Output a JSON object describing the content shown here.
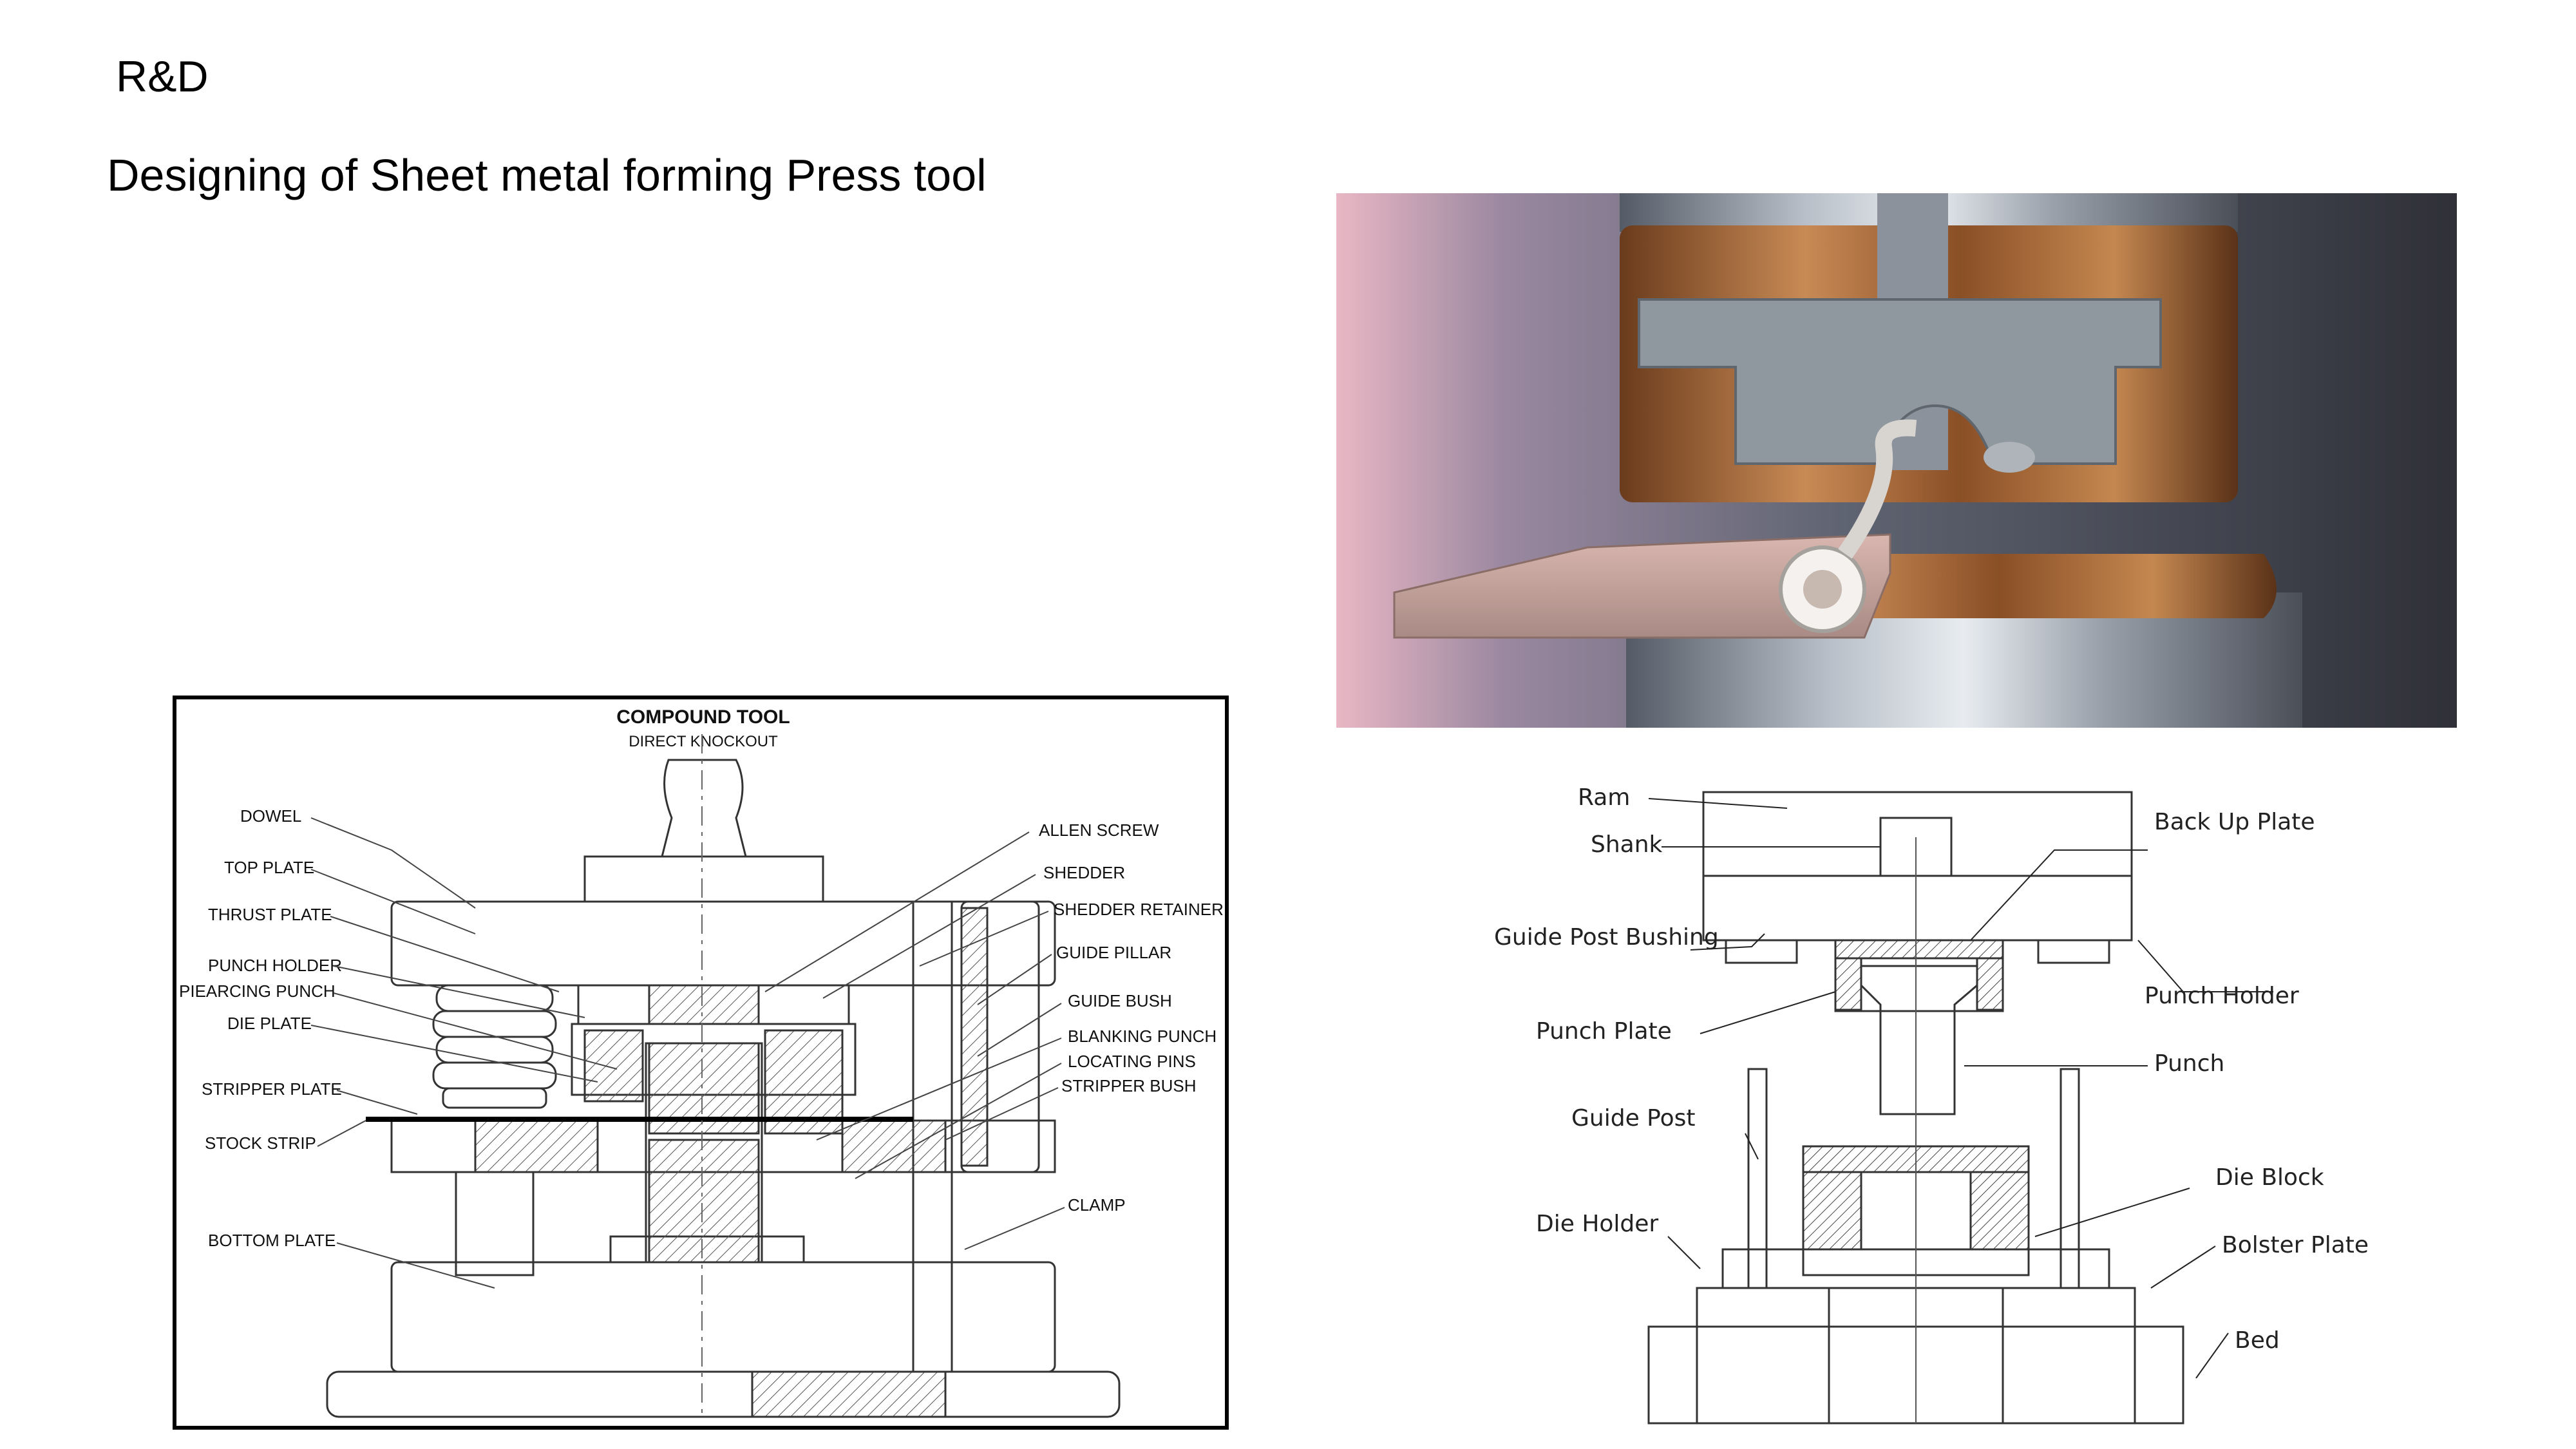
{
  "slide": {
    "heading": "R&D",
    "subtitle": "Designing of Sheet metal forming Press tool"
  },
  "compound_tool": {
    "title": "COMPOUND TOOL",
    "subtitle": "DIRECT KNOCKOUT",
    "left_labels": [
      "DOWEL",
      "TOP PLATE",
      "THRUST PLATE",
      "PUNCH HOLDER",
      "PIEARCING  PUNCH",
      "DIE PLATE",
      "STRIPPER PLATE",
      "STOCK STRIP",
      "BOTTOM PLATE"
    ],
    "right_labels": [
      "ALLEN SCREW",
      "SHEDDER",
      "SHEDDER RETAINER",
      "GUIDE PILLAR",
      "GUIDE BUSH",
      "BLANKING PUNCH",
      "LOCATING PINS",
      "STRIPPER BUSH",
      "CLAMP"
    ]
  },
  "press_diagram": {
    "labels": [
      "Ram",
      "Shank",
      "Back Up Plate",
      "Guide Post Bushing",
      "Punch Holder",
      "Punch Plate",
      "Punch",
      "Guide Post",
      "Die Block",
      "Die Holder",
      "Bolster Plate",
      "Bed"
    ]
  },
  "photo": {
    "description_icon": "press-forming-photo"
  }
}
